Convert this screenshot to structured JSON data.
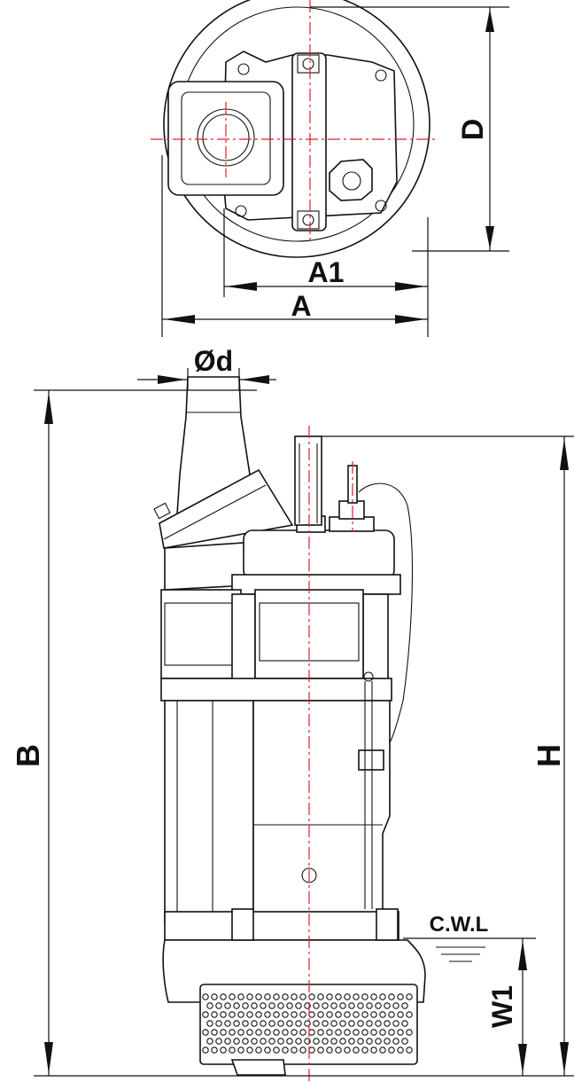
{
  "labels": {
    "d": "D",
    "a1": "A1",
    "a": "A",
    "od": "Ød",
    "b": "B",
    "h": "H",
    "cwl": "C.W.L",
    "w1": "W1"
  }
}
